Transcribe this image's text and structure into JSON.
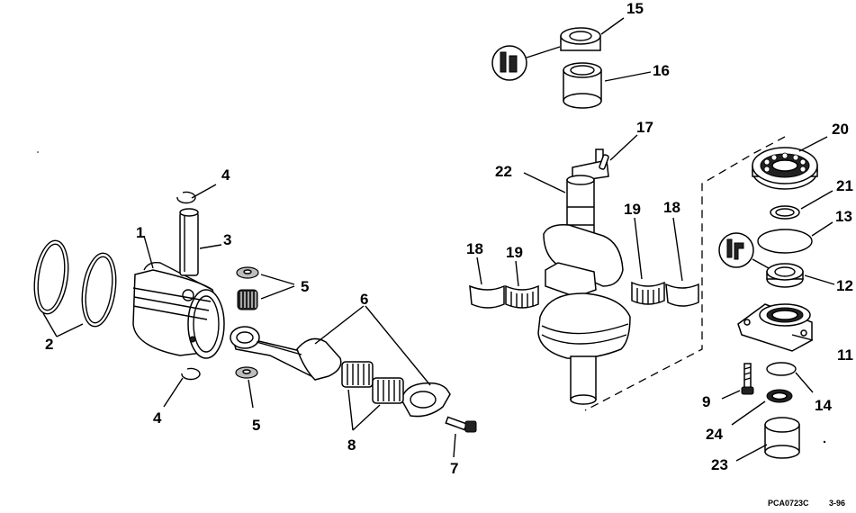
{
  "diagram": {
    "callouts": [
      {
        "id": "c1",
        "text": "1"
      },
      {
        "id": "c2",
        "text": "2"
      },
      {
        "id": "c3",
        "text": "3"
      },
      {
        "id": "c4a",
        "text": "4"
      },
      {
        "id": "c4b",
        "text": "4"
      },
      {
        "id": "c5a",
        "text": "5"
      },
      {
        "id": "c5b",
        "text": "5"
      },
      {
        "id": "c6",
        "text": "6"
      },
      {
        "id": "c7",
        "text": "7"
      },
      {
        "id": "c8",
        "text": "8"
      },
      {
        "id": "c9",
        "text": "9"
      },
      {
        "id": "c11",
        "text": "11"
      },
      {
        "id": "c12",
        "text": "12"
      },
      {
        "id": "c13",
        "text": "13"
      },
      {
        "id": "c14",
        "text": "14"
      },
      {
        "id": "c15",
        "text": "15"
      },
      {
        "id": "c16",
        "text": "16"
      },
      {
        "id": "c17",
        "text": "17"
      },
      {
        "id": "c18a",
        "text": "18"
      },
      {
        "id": "c18b",
        "text": "18"
      },
      {
        "id": "c19a",
        "text": "19"
      },
      {
        "id": "c19b",
        "text": "19"
      },
      {
        "id": "c20",
        "text": "20"
      },
      {
        "id": "c21",
        "text": "21"
      },
      {
        "id": "c22",
        "text": "22"
      },
      {
        "id": "c23",
        "text": "23"
      },
      {
        "id": "c24",
        "text": "24"
      }
    ],
    "code": "PCA0723C",
    "date": "3-96"
  }
}
